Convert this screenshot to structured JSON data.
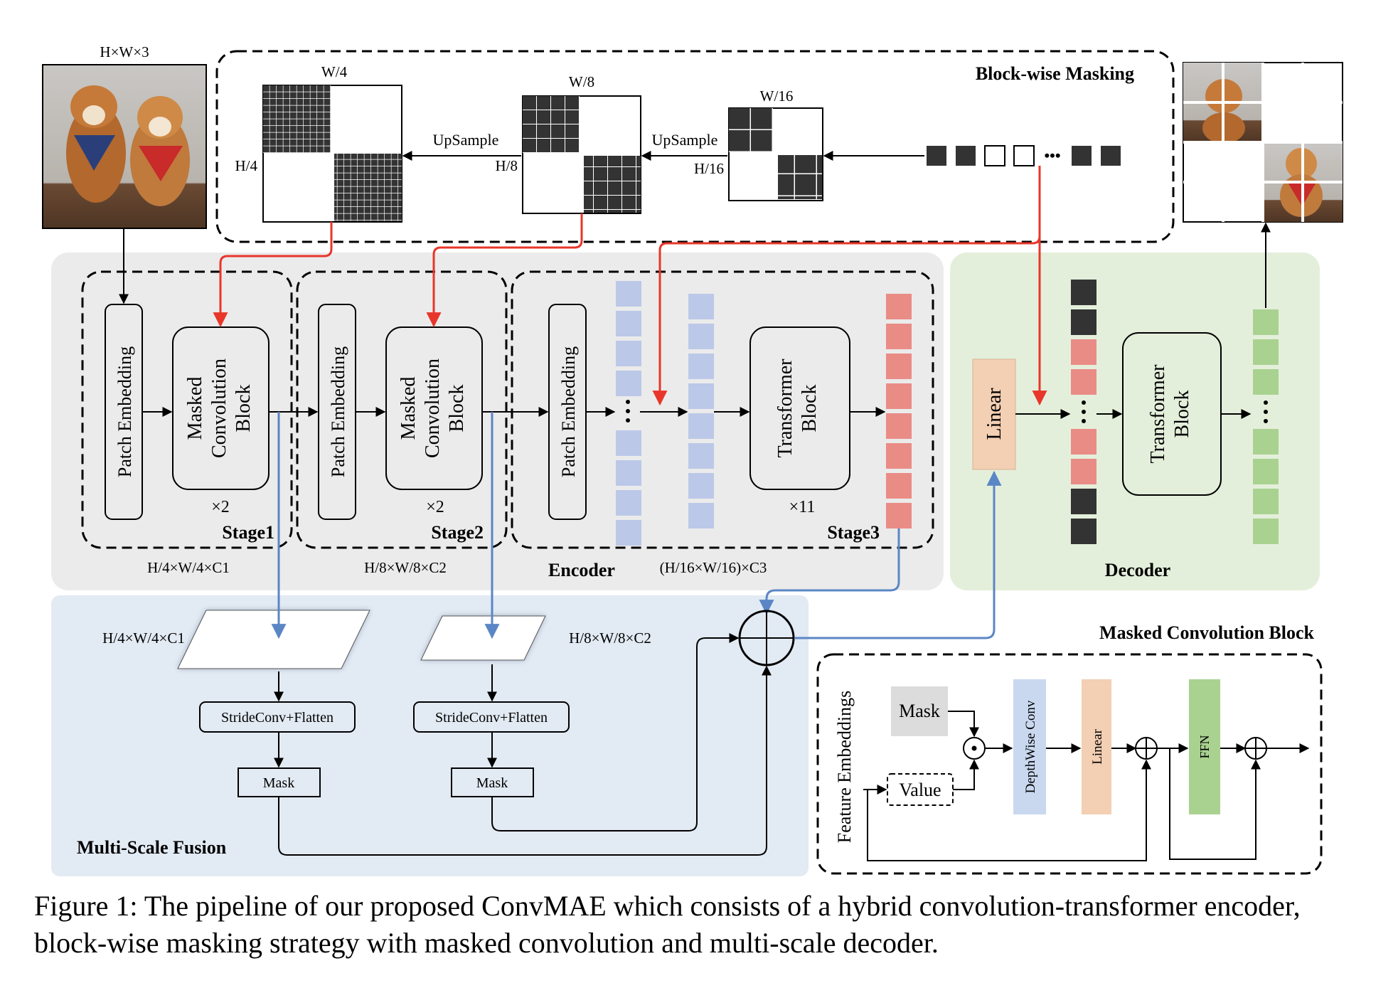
{
  "input": {
    "dim_label": "H×W×3"
  },
  "masking": {
    "title": "Block-wise Masking",
    "grid4": {
      "top": "W/4",
      "side": "H/4"
    },
    "grid8": {
      "top": "W/8",
      "side": "H/8"
    },
    "grid16": {
      "top": "W/16",
      "side": "H/16"
    },
    "upsample_label": "UpSample",
    "token_ellipsis": "•••"
  },
  "encoder": {
    "label": "Encoder",
    "stage1": {
      "title": "Stage1",
      "patch_embed": "Patch Embedding",
      "block": [
        "Masked",
        "Convolution",
        "Block"
      ],
      "repeat": "×2",
      "dims": "H/4×W/4×C1"
    },
    "stage2": {
      "title": "Stage2",
      "patch_embed": "Patch Embedding",
      "block": [
        "Masked",
        "Convolution",
        "Block"
      ],
      "repeat": "×2",
      "dims": "H/8×W/8×C2"
    },
    "stage3": {
      "title": "Stage3",
      "patch_embed": "Patch Embedding",
      "block": [
        "Transformer",
        "Block"
      ],
      "repeat": "×11",
      "dims": "(H/16×W/16)×C3"
    }
  },
  "decoder": {
    "label": "Decoder",
    "linear": "Linear",
    "block": [
      "Transformer",
      "Block"
    ]
  },
  "fusion": {
    "title": "Multi-Scale Fusion",
    "dims1": "H/4×W/4×C1",
    "dims2": "H/8×W/8×C2",
    "stride_conv": "StrideConv+Flatten",
    "mask": "Mask"
  },
  "mcb": {
    "title": "Masked Convolution Block",
    "feature_embeddings": "Feature Embeddings",
    "mask": "Mask",
    "value": "Value",
    "depthwise": "DepthWise Conv",
    "linear": "Linear",
    "ffn": "FFN"
  },
  "caption": "Figure 1: The pipeline of our proposed ConvMAE which consists of a hybrid convolution-transformer encoder, block-wise masking strategy with masked convolution and multi-scale decoder.",
  "colors": {
    "encoder_bg": "#ebebeb",
    "decoder_bg": "#e4efdb",
    "fusion_bg": "#e2eaf3",
    "token_blue": "#bcc8e8",
    "token_red": "#ea8c86",
    "token_green": "#a9d290",
    "token_dark": "#333333",
    "linear_fill": "#f3cfb3",
    "arrow_red": "#e8362a",
    "arrow_blue": "#5b86c5"
  }
}
